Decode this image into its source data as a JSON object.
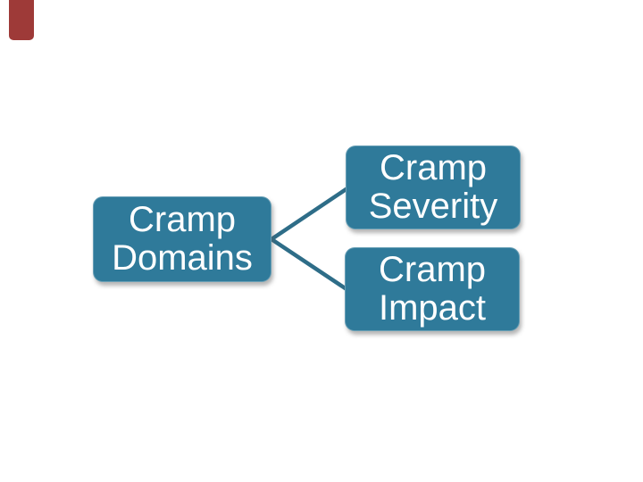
{
  "diagram": {
    "type": "branch",
    "root": {
      "label": "Cramp Domains"
    },
    "children": [
      {
        "label": "Cramp Severity"
      },
      {
        "label": "Cramp Impact"
      }
    ]
  },
  "colors": {
    "background": "#ffffff",
    "node_fill": "#2f7a9a",
    "node_text": "#ffffff",
    "connector": "#2e6d88",
    "corner_shape": "#9e3a38"
  }
}
